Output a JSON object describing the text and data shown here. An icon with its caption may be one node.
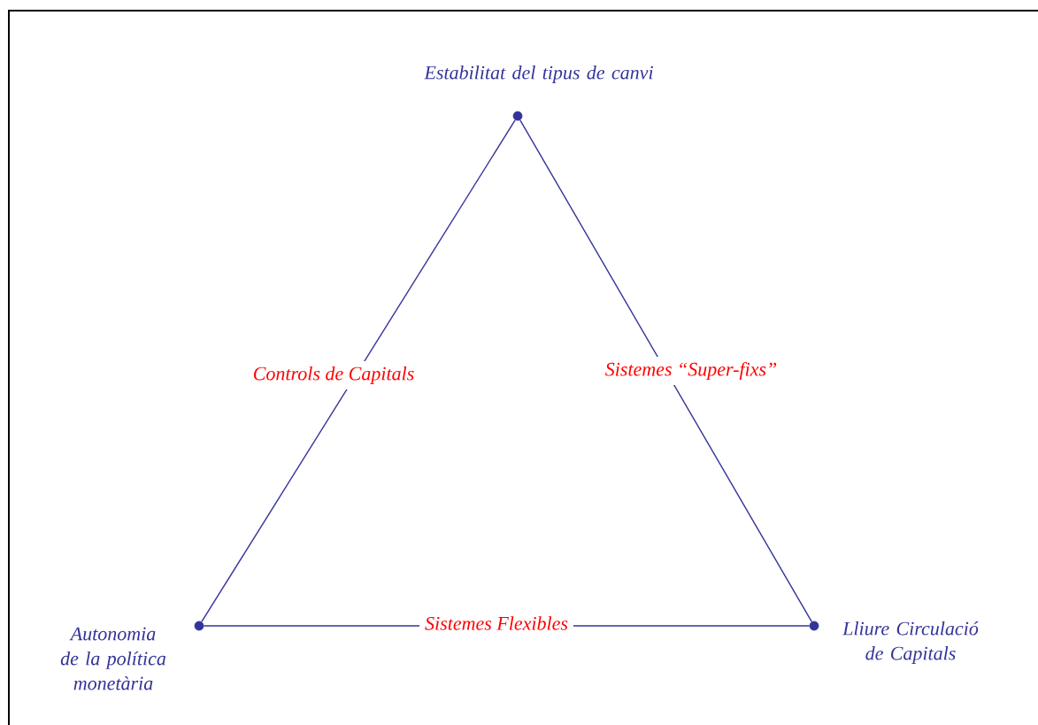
{
  "diagram": {
    "nodes": [
      {
        "text": [],
        "shape": "circle",
        "beside": [
          "Estabilitat del tipus de canvi"
        ]
      },
      {
        "text": [],
        "shape": "circle",
        "beside": [
          "Autonomia de la política monetària"
        ]
      },
      {
        "text": [],
        "shape": "circle",
        "beside": [
          "Lliure Circulació de Capitals"
        ]
      }
    ],
    "edges": [
      {
        "from": 0,
        "to": 1,
        "arrow": "none",
        "label": "Controls de Capitals"
      },
      {
        "from": 0,
        "to": 2,
        "arrow": "none",
        "label": "Sistemes “Super-fixs”"
      },
      {
        "from": 1,
        "to": 2,
        "arrow": "none",
        "label": "Sistemes Flexibles"
      }
    ]
  }
}
